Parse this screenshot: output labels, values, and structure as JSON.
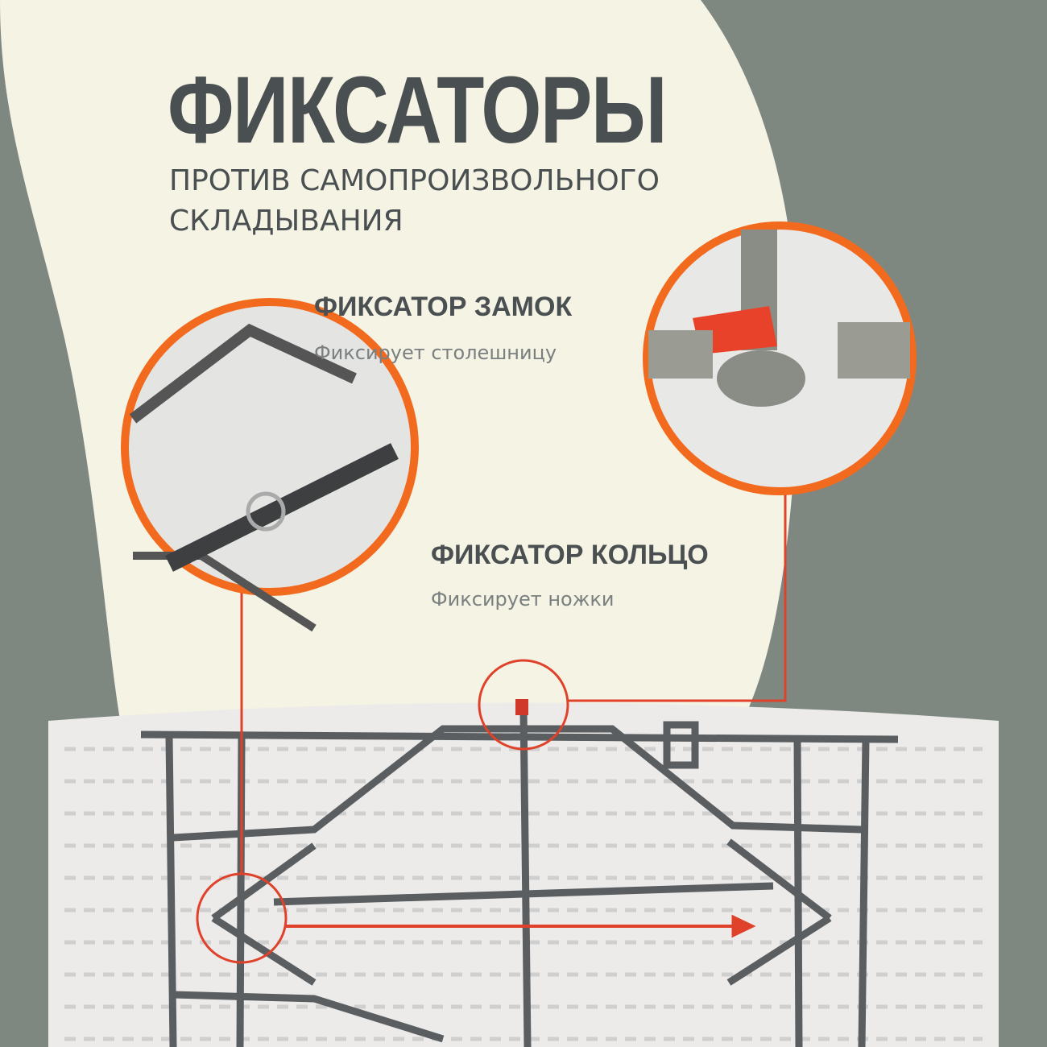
{
  "title": "ФИКСАТОРЫ",
  "subtitle": [
    "ПРОТИВ САМОПРОИЗВОЛЬНОГО",
    "СКЛАДЫВАНИЯ"
  ],
  "features": [
    {
      "heading": "ФИКСАТОР ЗАМОК",
      "description": "Фиксирует столешницу"
    },
    {
      "heading": "ФИКСАТОР КОЛЬЦО",
      "description": "Фиксирует ножки"
    }
  ],
  "colors": {
    "background": "#7e8881",
    "panel": "#f4f3e4",
    "text": "#4a5052",
    "accent": "#f26a1e",
    "marker": "#e0412a"
  }
}
